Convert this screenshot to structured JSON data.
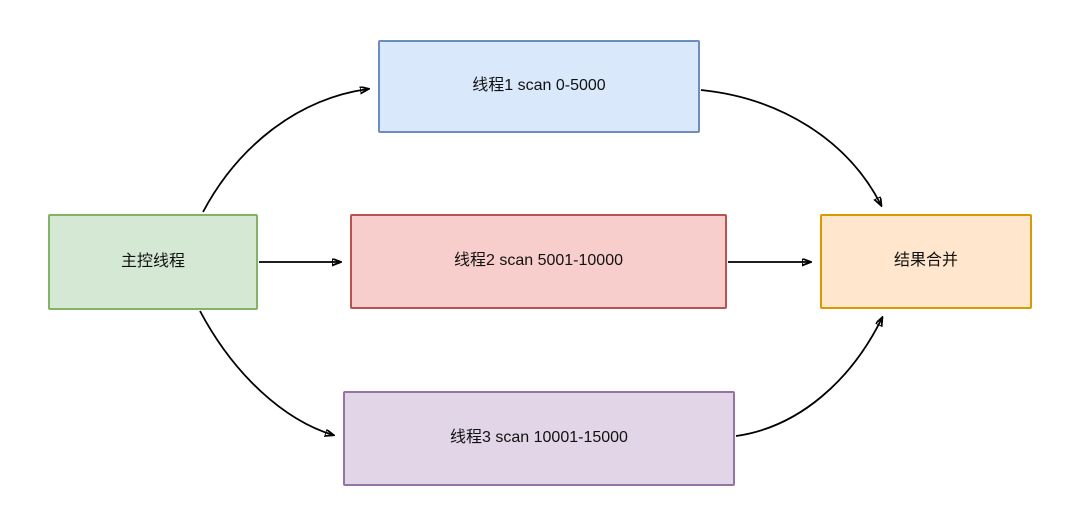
{
  "diagram": {
    "background": "#ffffff",
    "arrow_color": "#000000",
    "nodes": {
      "master": {
        "label": "主控线程",
        "fill": "#d5e8d4",
        "border": "#82b366"
      },
      "thread1": {
        "label": "线程1 scan 0-5000",
        "fill": "#dae8fc",
        "border": "#6c8ebf"
      },
      "thread2": {
        "label": "线程2 scan 5001-10000",
        "fill": "#f8cecc",
        "border": "#b85450"
      },
      "thread3": {
        "label": "线程3 scan 10001-15000",
        "fill": "#e1d5e7",
        "border": "#9673a6"
      },
      "merge": {
        "label": "结果合并",
        "fill": "#ffe6cc",
        "border": "#d79b00"
      }
    },
    "edges": [
      {
        "from": "master",
        "to": "thread1"
      },
      {
        "from": "master",
        "to": "thread2"
      },
      {
        "from": "master",
        "to": "thread3"
      },
      {
        "from": "thread1",
        "to": "merge"
      },
      {
        "from": "thread2",
        "to": "merge"
      },
      {
        "from": "thread3",
        "to": "merge"
      }
    ]
  }
}
